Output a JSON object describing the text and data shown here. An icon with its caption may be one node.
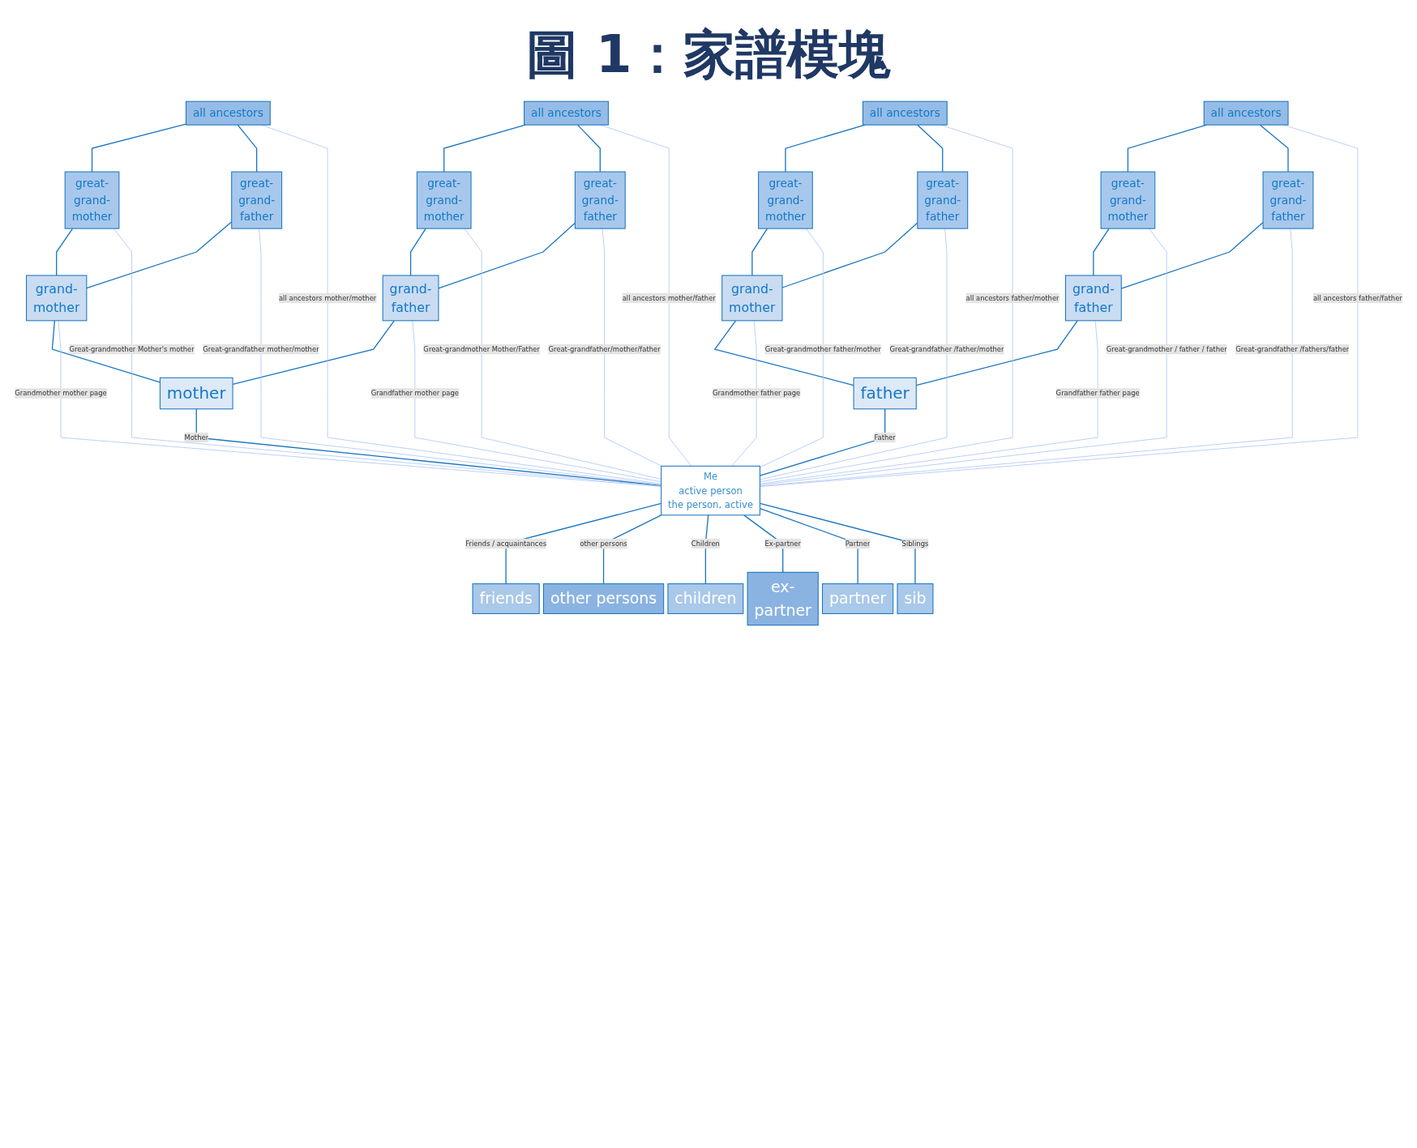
{
  "diagram": {
    "title": "圖 1：家譜模塊",
    "nodes": [
      {
        "text": [
          "all ancestors"
        ]
      },
      {
        "text": [
          "all ancestors"
        ]
      },
      {
        "text": [
          "all ancestors"
        ]
      },
      {
        "text": [
          "all ancestors"
        ]
      },
      {
        "text": [
          "great- grand- mother"
        ]
      },
      {
        "text": [
          "great- grand- father"
        ]
      },
      {
        "text": [
          "great- grand- mother"
        ]
      },
      {
        "text": [
          "great- grand- father"
        ]
      },
      {
        "text": [
          "great- grand- mother"
        ]
      },
      {
        "text": [
          "great- grand- father"
        ]
      },
      {
        "text": [
          "great- grand- mother"
        ]
      },
      {
        "text": [
          "great- grand- father"
        ]
      },
      {
        "text": [
          "grand- mother"
        ]
      },
      {
        "text": [
          "grand- father"
        ]
      },
      {
        "text": [
          "grand- mother"
        ]
      },
      {
        "text": [
          "grand- father"
        ]
      },
      {
        "text": [
          "mother"
        ]
      },
      {
        "text": [
          "Me",
          "active person",
          "the person, active"
        ]
      },
      {
        "text": [
          "father"
        ]
      },
      {
        "text": [
          "friends"
        ]
      },
      {
        "text": [
          "children"
        ]
      },
      {
        "text": [
          "other persons"
        ]
      },
      {
        "text": [
          "partner"
        ]
      },
      {
        "text": [
          "sib"
        ]
      },
      {
        "text": [
          "ex- partner"
        ]
      }
    ],
    "edges": [
      {
        "from": 0,
        "to": 4,
        "arrow": "none"
      },
      {
        "from": 0,
        "to": 5,
        "arrow": "none"
      },
      {
        "from": 1,
        "to": 6,
        "arrow": "none"
      },
      {
        "from": 1,
        "to": 7,
        "arrow": "none"
      },
      {
        "from": 2,
        "to": 8,
        "arrow": "none"
      },
      {
        "from": 2,
        "to": 9,
        "arrow": "none"
      },
      {
        "from": 3,
        "to": 10,
        "arrow": "none"
      },
      {
        "from": 3,
        "to": 11,
        "arrow": "none"
      },
      {
        "from": 4,
        "to": 12,
        "arrow": "none"
      },
      {
        "from": 5,
        "to": 12,
        "arrow": "none"
      },
      {
        "from": 6,
        "to": 13,
        "arrow": "none"
      },
      {
        "from": 7,
        "to": 13,
        "arrow": "none"
      },
      {
        "from": 8,
        "to": 14,
        "arrow": "none"
      },
      {
        "from": 9,
        "to": 14,
        "arrow": "none"
      },
      {
        "from": 10,
        "to": 15,
        "arrow": "none"
      },
      {
        "from": 11,
        "to": 15,
        "arrow": "none"
      },
      {
        "from": 12,
        "to": 16,
        "arrow": "none"
      },
      {
        "from": 13,
        "to": 16,
        "arrow": "none"
      },
      {
        "from": 14,
        "to": 18,
        "arrow": "none"
      },
      {
        "from": 15,
        "to": 18,
        "arrow": "none"
      },
      {
        "from": 16,
        "to": 17,
        "arrow": "none",
        "label": "Mother"
      },
      {
        "from": 18,
        "to": 17,
        "arrow": "none",
        "label": "Father"
      },
      {
        "from": 0,
        "to": 17,
        "arrow": "none",
        "label": "all ancestors mother/mother",
        "color": "#a9c4f5"
      },
      {
        "from": 1,
        "to": 17,
        "arrow": "none",
        "label": "all ancestors mother/father",
        "color": "#a9c4f5"
      },
      {
        "from": 2,
        "to": 17,
        "arrow": "none",
        "label": "all ancestors father/mother",
        "color": "#a9c4f5"
      },
      {
        "from": 3,
        "to": 17,
        "arrow": "none",
        "label": "all ancestors father/father",
        "color": "#a9c4f5"
      },
      {
        "from": 4,
        "to": 17,
        "arrow": "none",
        "label": "Great-grandmother Mother's mother",
        "color": "#a9c4f5"
      },
      {
        "from": 5,
        "to": 17,
        "arrow": "none",
        "label": "Great-grandfather mother/mother",
        "color": "#a9c4f5"
      },
      {
        "from": 6,
        "to": 17,
        "arrow": "none",
        "label": "Great-grandmother Mother/Father",
        "color": "#a9c4f5"
      },
      {
        "from": 7,
        "to": 17,
        "arrow": "none",
        "label": "Great-grandfather/mother/father",
        "color": "#a9c4f5"
      },
      {
        "from": 8,
        "to": 17,
        "arrow": "none",
        "label": "Great-grandmother father/mother",
        "color": "#a9c4f5"
      },
      {
        "from": 9,
        "to": 17,
        "arrow": "none",
        "label": "Great-grandfather /father/mother",
        "color": "#a9c4f5"
      },
      {
        "from": 10,
        "to": 17,
        "arrow": "none",
        "label": "Great-grandmother / father / father",
        "color": "#a9c4f5"
      },
      {
        "from": 11,
        "to": 17,
        "arrow": "none",
        "label": "Great-grandfather /fathers/father",
        "color": "#a9c4f5"
      },
      {
        "from": 12,
        "to": 17,
        "arrow": "none",
        "label": "Grandmother mother page",
        "color": "#a9c4f5"
      },
      {
        "from": 13,
        "to": 17,
        "arrow": "none",
        "label": "Grandfather mother page",
        "color": "#a9c4f5"
      },
      {
        "from": 14,
        "to": 17,
        "arrow": "none",
        "label": "Grandmother father page",
        "color": "#a9c4f5"
      },
      {
        "from": 15,
        "to": 17,
        "arrow": "none",
        "label": "Grandfather father page",
        "color": "#a9c4f5"
      },
      {
        "from": 17,
        "to": 19,
        "arrow": "none",
        "label": "Friends / acquaintances"
      },
      {
        "from": 17,
        "to": 21,
        "arrow": "none",
        "label": "other persons"
      },
      {
        "from": 17,
        "to": 20,
        "arrow": "none",
        "label": "Children"
      },
      {
        "from": 17,
        "to": 24,
        "arrow": "none",
        "label": "Ex-partner"
      },
      {
        "from": 17,
        "to": 22,
        "arrow": "none",
        "label": "Partner"
      },
      {
        "from": 17,
        "to": 23,
        "arrow": "none",
        "label": "Siblings"
      }
    ]
  }
}
